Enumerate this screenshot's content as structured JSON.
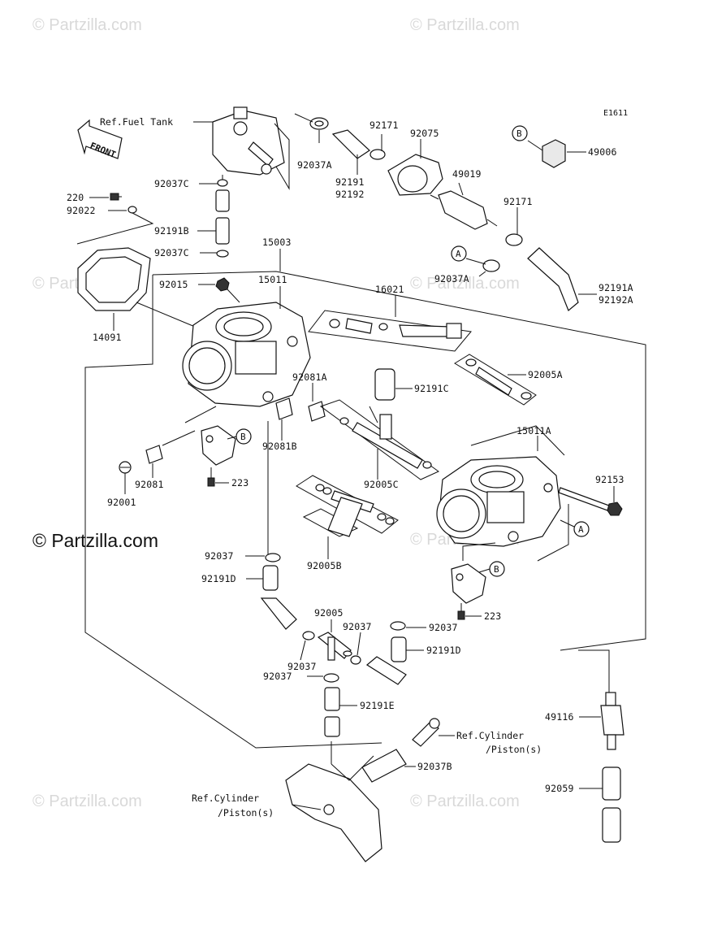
{
  "diagram": {
    "code": "E1611",
    "front_label": "FRONT",
    "brand": "© Partzilla.com",
    "watermark": "© Partzilla.com",
    "refs": {
      "fuel_tank": "Ref.Fuel Tank",
      "cyl_right_1": "Ref.Cylinder",
      "cyl_right_2": "/Piston(s)",
      "cyl_left_1": "Ref.Cylinder",
      "cyl_left_2": "/Piston(s)"
    },
    "callouts": {
      "a": "A",
      "b": "B"
    },
    "parts": {
      "p220": "220",
      "p92022": "92022",
      "p92037C_1": "92037C",
      "p92191B": "92191B",
      "p92037C_2": "92037C",
      "p92037A_top": "92037A",
      "p92171_top": "92171",
      "p92075": "92075",
      "p92191": "92191",
      "p92192": "92192",
      "p49019": "49019",
      "p49006": "49006",
      "p92171_mid": "92171",
      "p92037A_mid": "92037A",
      "p92191A": "92191A",
      "p92192A": "92192A",
      "p15003": "15003",
      "p15011": "15011",
      "p92015": "92015",
      "p16021": "16021",
      "p14091": "14091",
      "p92005A": "92005A",
      "p92081A": "92081A",
      "p92191C": "92191C",
      "p92081B": "92081B",
      "p15011A": "15011A",
      "p92153": "92153",
      "p92001": "92001",
      "p92081": "92081",
      "p223_1": "223",
      "p92005C": "92005C",
      "p92005B": "92005B",
      "p92037_1": "92037",
      "p92191D_1": "92191D",
      "p223_2": "223",
      "p92005": "92005",
      "p92037_2": "92037",
      "p92037_3": "92037",
      "p92037_4": "92037",
      "p92037_5": "92037",
      "p92191D_2": "92191D",
      "p92191E": "92191E",
      "p49116": "49116",
      "p92037B": "92037B",
      "p92059": "92059"
    }
  }
}
